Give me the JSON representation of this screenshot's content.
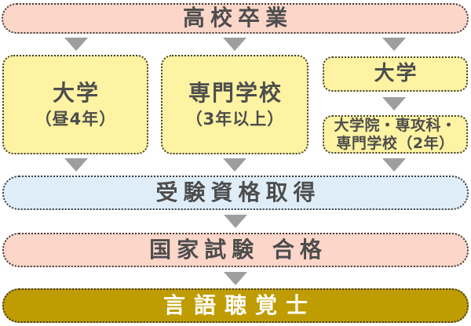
{
  "flow": {
    "highschool": {
      "label": "高校卒業"
    },
    "university_day": {
      "title": "大学",
      "subtitle": "（昼4年）"
    },
    "vocational": {
      "title": "専門学校",
      "subtitle": "（3年以上）"
    },
    "university": {
      "label": "大学"
    },
    "graduate": {
      "line1": "大学院・専攻科・",
      "line2": "専門学校（2年）"
    },
    "eligibility": {
      "label": "受験資格取得"
    },
    "exam": {
      "label": "国家試験 合格"
    },
    "license": {
      "label": "言語聴覚士"
    }
  },
  "colors": {
    "pink": "#fcd6c9",
    "yellow": "#fdf3a2",
    "blue": "#deedf8",
    "gold": "#bf9c02",
    "border": "#3d3d3d",
    "text": "#4d4d4d",
    "arrow": "#9e9e9e"
  }
}
